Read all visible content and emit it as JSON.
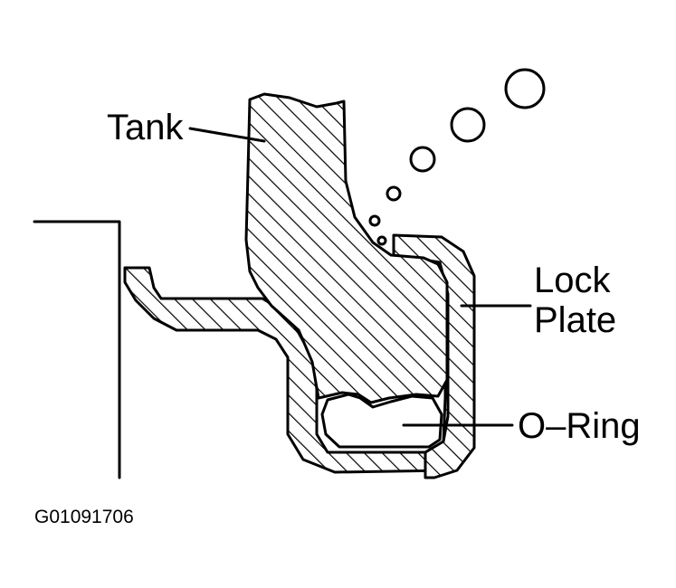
{
  "labels": {
    "tank": "Tank",
    "lock_plate_line1": "Lock",
    "lock_plate_line2": "Plate",
    "o_ring": "O–Ring",
    "figure_code": "G01091706"
  }
}
